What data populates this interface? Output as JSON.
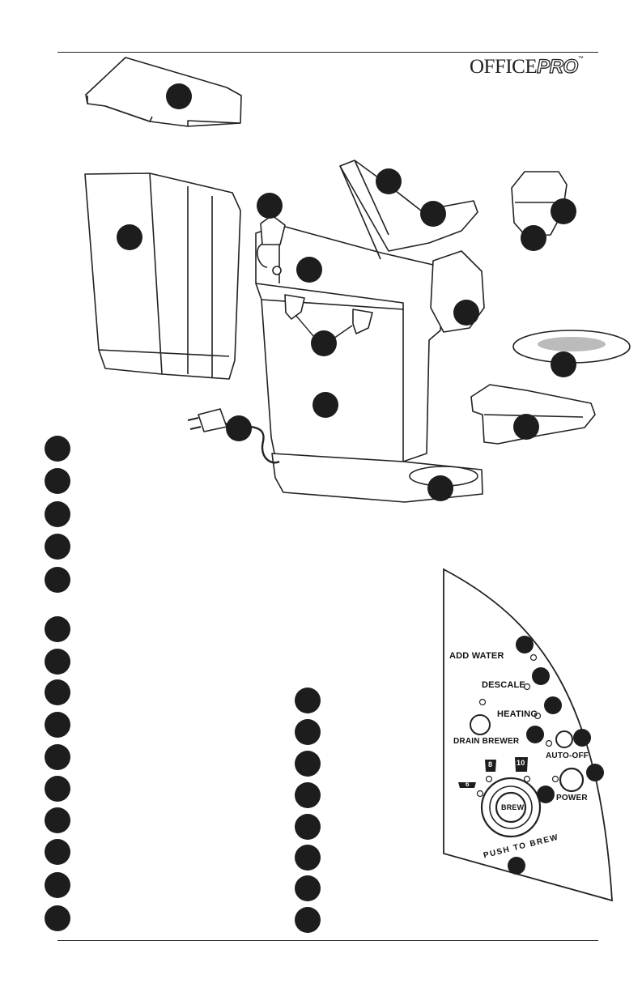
{
  "brand": {
    "logo_main": "OFFICE",
    "logo_accent": "PRO",
    "trademark": "™"
  },
  "control_panel": {
    "add_water": "ADD WATER",
    "descale": "DESCALE",
    "heating": "HEATING",
    "drain_brewer": "DRAIN BREWER",
    "auto_off": "AUTO-OFF",
    "power": "POWER",
    "brew": "BREW",
    "push_to_brew": "PUSH TO BREW",
    "size_small": "6",
    "size_medium": "8",
    "size_large": "10"
  },
  "colors": {
    "ink": "#1d1d1d",
    "fill_gray": "#e8e8e8",
    "paper": "#ffffff"
  }
}
